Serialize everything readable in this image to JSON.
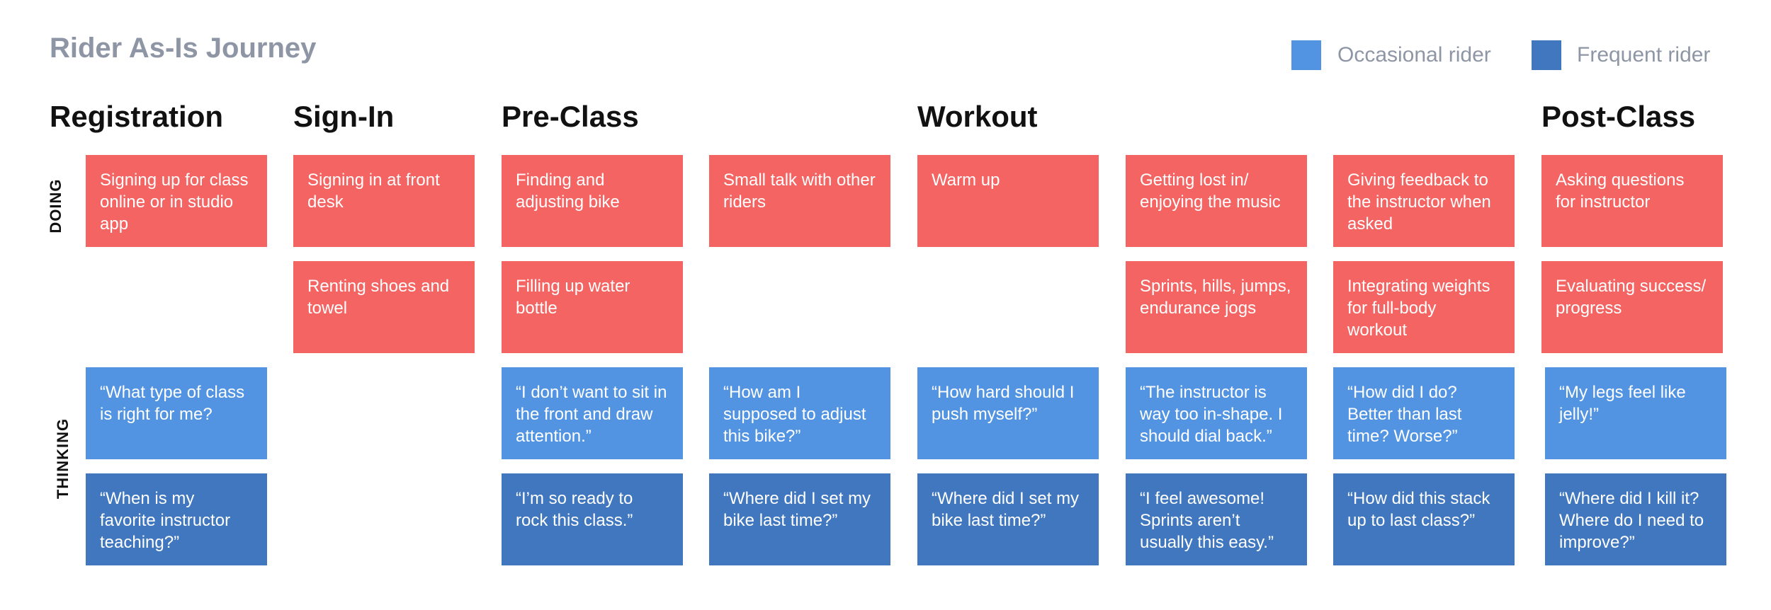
{
  "title": "Rider As-Is Journey",
  "colors": {
    "doing": "#f36462",
    "occasional": "#5294e2",
    "frequent": "#4077be"
  },
  "legend": {
    "occasional": "Occasional rider",
    "frequent": "Frequent rider"
  },
  "stages": [
    "Registration",
    "Sign-In",
    "Pre-Class",
    "Workout",
    "Post-Class"
  ],
  "rows": {
    "doing": "DOING",
    "thinking": "THINKING"
  },
  "doing_top": [
    "Signing up for class online or in studio app",
    "Signing in at front desk",
    "Finding and adjusting bike",
    "Small talk with other riders",
    "Warm up",
    "Getting lost in/ enjoying the music",
    "Giving feedback to the instructor when asked",
    "Asking questions for instructor"
  ],
  "doing_bottom": {
    "signin": "Renting shoes and towel",
    "preclass": "Filling up water bottle",
    "workout2": "Sprints, hills, jumps, endurance jogs",
    "workout3": "Integrating weights for full-body workout",
    "postclass": "Evaluating success/ progress"
  },
  "thinking_occasional": {
    "registration": "“What type of class is right for me?",
    "preclass1": "“I don’t want to sit in the front and draw attention.”",
    "preclass2": "“How am I supposed to adjust this bike?”",
    "workout1": "“How hard should I push myself?”",
    "workout2": "“The instructor is way too in-shape. I should dial back.”",
    "workout3": "“How did I do? Better than last time? Worse?”",
    "postclass": "“My legs feel like jelly!”"
  },
  "thinking_frequent": {
    "registration": "“When is my favorite instructor teaching?”",
    "preclass1": "“I’m so ready to rock this class.”",
    "preclass2": "“Where did I set my bike last time?”",
    "workout1": "“Where did I set my bike last time?”",
    "workout2": "“I feel awesome! Sprints aren’t usually this easy.”",
    "workout3": "“How did this stack up to last class?”",
    "postclass": "“Where did I kill it? Where do I need to improve?”"
  }
}
